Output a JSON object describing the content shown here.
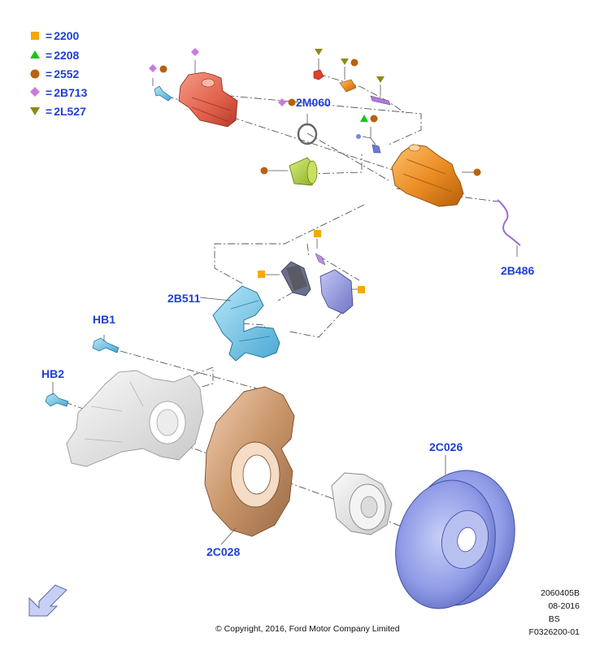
{
  "legend": [
    {
      "symbol": "square",
      "color": "#f5a800",
      "code": "2200"
    },
    {
      "symbol": "triangle",
      "color": "#17c617",
      "code": "2208"
    },
    {
      "symbol": "circle",
      "color": "#b8610e",
      "code": "2552"
    },
    {
      "symbol": "diamond",
      "color": "#c97ae0",
      "code": "2B713"
    },
    {
      "symbol": "triangle-down",
      "color": "#8c8c12",
      "code": "2L527"
    }
  ],
  "callouts": {
    "seal": "2M060",
    "wear_sensor": "2B486",
    "caliper_bracket": "2B511",
    "bolt_hb1": "HB1",
    "bolt_hb2": "HB2",
    "rotor": "2C026",
    "splash_shield": "2C028"
  },
  "meta": {
    "illustration_id": "2060405B",
    "date": "08-2016",
    "bs": "BS",
    "figure_id": "F0326200-01"
  },
  "copyright": "© Copyright, 2016, Ford Motor Company Limited",
  "colors": {
    "label_blue": "#1f3fd6",
    "caliper_red": "#e0604a",
    "caliper_orange": "#e98a22",
    "pad_purple": "#8a8edb",
    "bracket_cyan": "#6fc4e8",
    "splash_bronze": "#c9956a",
    "rotor_blue": "#8f9be6",
    "knuckle_grey": "#e6e6e6"
  }
}
